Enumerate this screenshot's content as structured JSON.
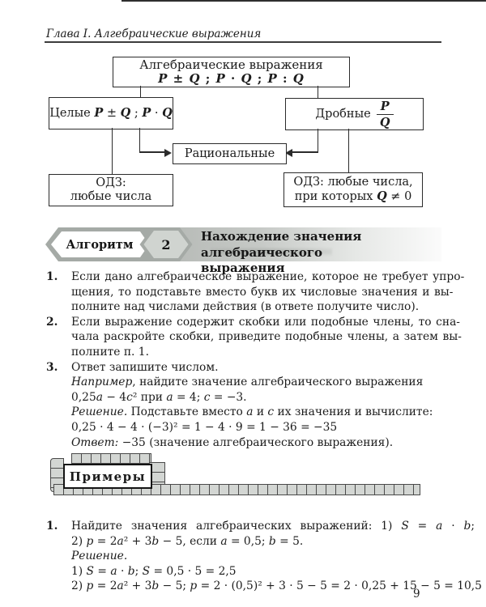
{
  "header": {
    "chapter": "Глава I. Алгебраические выражения"
  },
  "flowchart": {
    "top_box": {
      "line1": "Алгебраические выражения",
      "line2": "P ± Q ;  P · Q ;  P : Q"
    },
    "left_box": {
      "label": "Целые  P ± Q ;  P · Q"
    },
    "right_box": {
      "label": "Дробные",
      "frac_numerator": "P",
      "frac_denominator": "Q"
    },
    "middle_box": {
      "label": "Рациональные"
    },
    "left_odz": {
      "line1": "ОДЗ:",
      "line2": "любые числа"
    },
    "right_odz": {
      "line1": "ОДЗ: любые числа,",
      "line2": "при которых Q ≠ 0"
    }
  },
  "algorithm": {
    "badge_label": "Алгоритм",
    "badge_number": "2",
    "title_line1": "Нахождение значения алгебраического",
    "title_line2": "выражения"
  },
  "steps": [
    {
      "num": "1.",
      "lines": [
        {
          "t": "Если дано алгебраическое выражение, которое не требует упро-",
          "j": true
        },
        {
          "t": "щения, то подставьте вместо букв их числовые значения и вы-",
          "j": true
        },
        {
          "t": "полните над числами действия (в ответе получите число)."
        }
      ]
    },
    {
      "num": "2.",
      "lines": [
        {
          "t": "Если выражение содержит скобки или подобные члены, то сна-",
          "j": true
        },
        {
          "t": "чала раскройте скобки, приведите подобные члены, а затем вы-",
          "j": true
        },
        {
          "t": "полните п. 1."
        }
      ]
    },
    {
      "num": "3.",
      "lines": [
        {
          "t": "Ответ запишите числом."
        },
        {
          "pre": "Например",
          "t": ", найдите значение алгебраического выражения"
        },
        {
          "t": "0,25a − 4c² при a = 4; c = −3."
        },
        {
          "pre": "Решение.",
          "t": " Подставьте вместо a и c их значения и вычислите:"
        },
        {
          "t": "0,25 · 4 − 4 · (−3)² = 1 − 4 · 9 = 1 − 36 = −35"
        },
        {
          "pre": "Ответ:",
          "t": " −35 (значение алгебраического выражения)."
        }
      ]
    }
  ],
  "examples": {
    "banner_label": "Примеры",
    "items": [
      {
        "num": "1.",
        "lines": [
          {
            "t": "Найдите значения алгебраических выражений: 1) S = a · b;",
            "jw": true
          },
          {
            "t": "2) p = 2a² + 3b − 5, если a = 0,5; b = 5."
          },
          {
            "pre": "Решение.",
            "t": ""
          },
          {
            "t": "1) S = a · b;   S = 0,5 · 5 = 2,5"
          },
          {
            "t": "2) p = 2a² + 3b − 5;   p = 2 · (0,5)² + 3 · 5 − 5 = 2 · 0,25 + 15 − 5 = 10,5"
          }
        ]
      }
    ]
  },
  "page": {
    "number": "9"
  },
  "colors": {
    "banner_gray": "#b1b5b1",
    "badge_border": "#a5aaa6",
    "badge_hex_fill": "#d0d4d0",
    "chain_fill": "#d3d6d3",
    "line_color": "#2b2b2b"
  }
}
